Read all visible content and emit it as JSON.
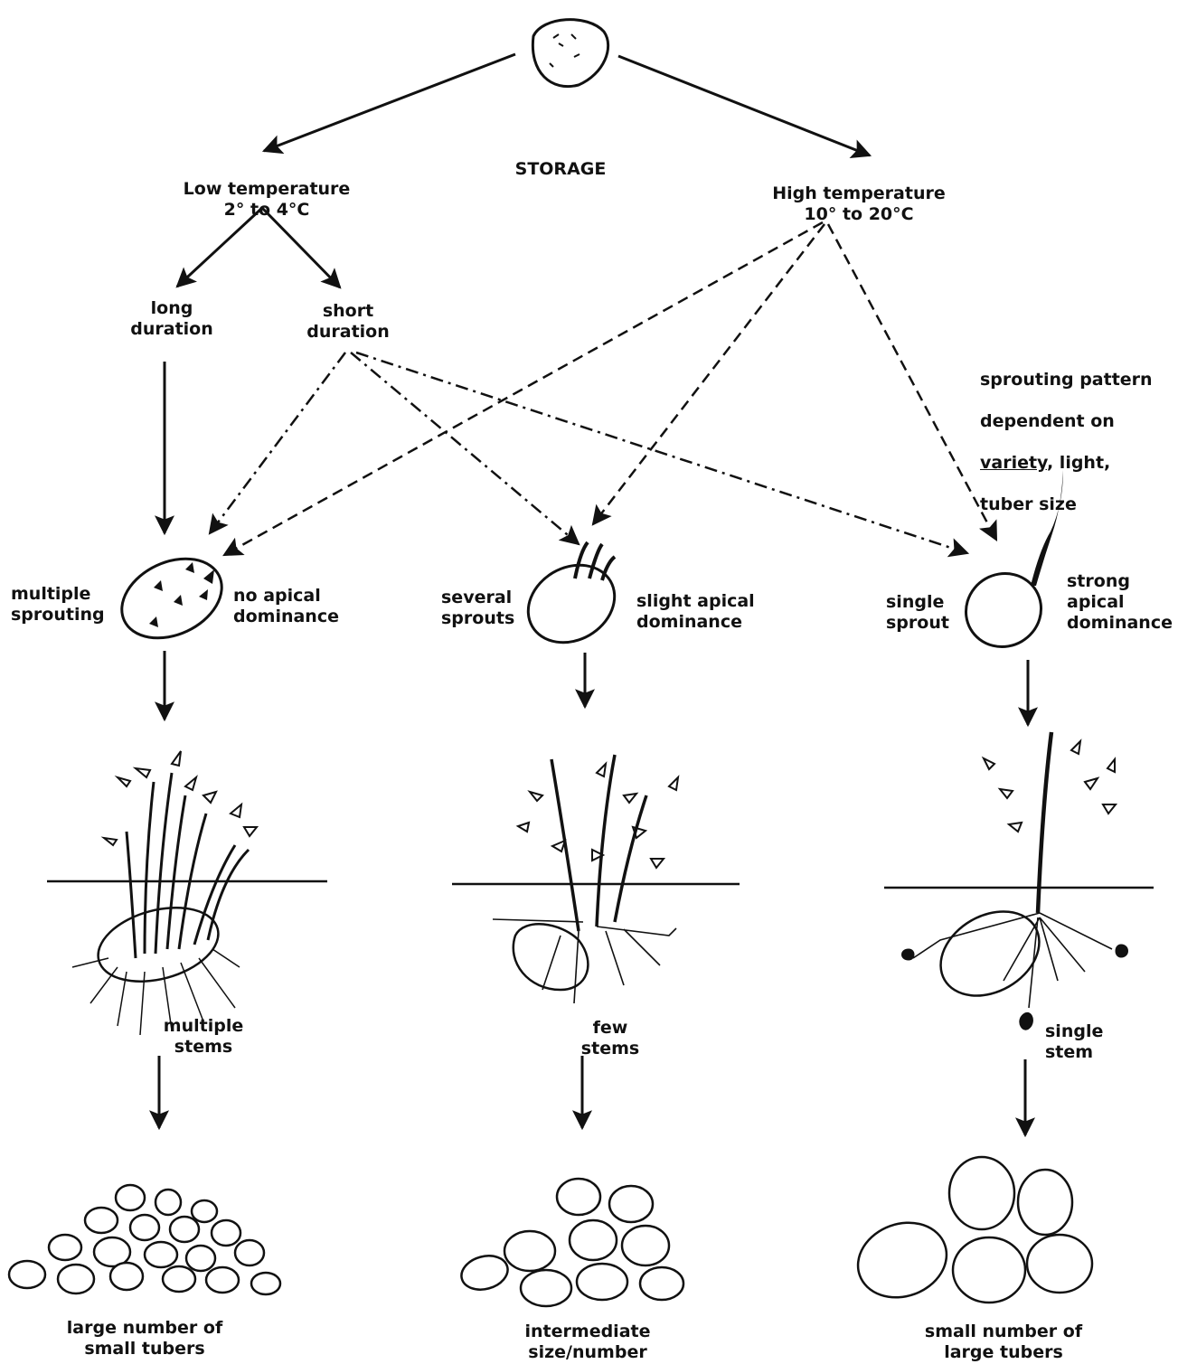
{
  "storage": {
    "title": "STORAGE",
    "low": {
      "line1": "Low temperature",
      "line2": "2° to 4°C"
    },
    "high": {
      "line1": "High temperature",
      "line2": "10° to 20°C"
    },
    "long_duration": "long\nduration",
    "short_duration": "short\nduration",
    "sprouting_note": {
      "line1": "sprouting pattern",
      "line2": "dependent on",
      "variety": "variety",
      "line3_rest": ", light,",
      "line4": "tuber size"
    }
  },
  "columns": [
    {
      "sprout_left": "multiple\nsprouting",
      "sprout_right": "no apical\ndominance",
      "stems": "multiple\nstems",
      "result": "large number of\nsmall tubers"
    },
    {
      "sprout_left": "several\nsprouts",
      "sprout_right": "slight apical\ndominance",
      "stems": "few\nstems",
      "result": "intermediate\nsize/number"
    },
    {
      "sprout_left": "single\nsprout",
      "sprout_right": "strong\napical\ndominance",
      "stems": "single\nstem",
      "result": "small number of\nlarge tubers"
    }
  ],
  "colors": {
    "ink": "#111111",
    "background": "#ffffff"
  }
}
